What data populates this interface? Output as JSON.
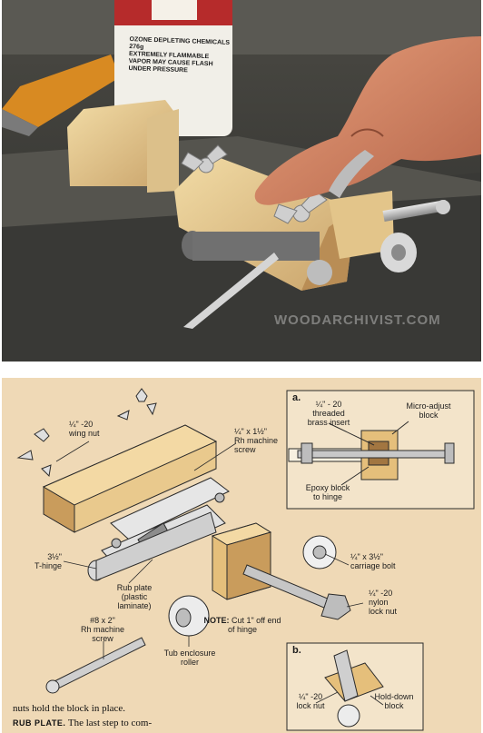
{
  "photo": {
    "can_lines": [
      "OZONE DEPLETING CHEMICALS",
      "EXTREMELY FLAMMABLE",
      "VAPOR MAY CAUSE FLASH",
      "UNDER PRESSURE"
    ],
    "weight": "276g",
    "watermark": "WOODARCHIVIST.COM"
  },
  "diagram": {
    "labels": {
      "wing_nut": "¼\" -20\nwing nut",
      "machine_screw": "¼\" x 1½\"\nRh machine\nscrew",
      "t_hinge": "3½\"\nT-hinge",
      "rub_plate": "Rub plate\n(plastic\nlaminate)",
      "carriage_bolt": "¼\" x 3½\"\ncarriage bolt",
      "nylon_lock_nut": "¼\" -20\nnylon\nlock nut",
      "rh_screw_8": "#8 x 2\"\nRh machine\nscrew",
      "tub_roller": "Tub enclosure\nroller"
    },
    "note_bold": "NOTE:",
    "note_text": " Cut 1\" off end of hinge",
    "inset_a": {
      "title": "a.",
      "brass_insert": "¼\" - 20\nthreaded\nbrass insert",
      "micro_adjust": "Micro-adjust\nblock",
      "epoxy": "Epoxy block\nto hinge"
    },
    "inset_b": {
      "title": "b.",
      "lock_nut": "¼\" -20\nlock nut",
      "hold_down": "Hold-down\nblock"
    }
  },
  "caption": {
    "line1": "nuts hold the block in place.",
    "line2_bold": "RUB PLATE.",
    "line2_rest": " The last step to com-"
  }
}
